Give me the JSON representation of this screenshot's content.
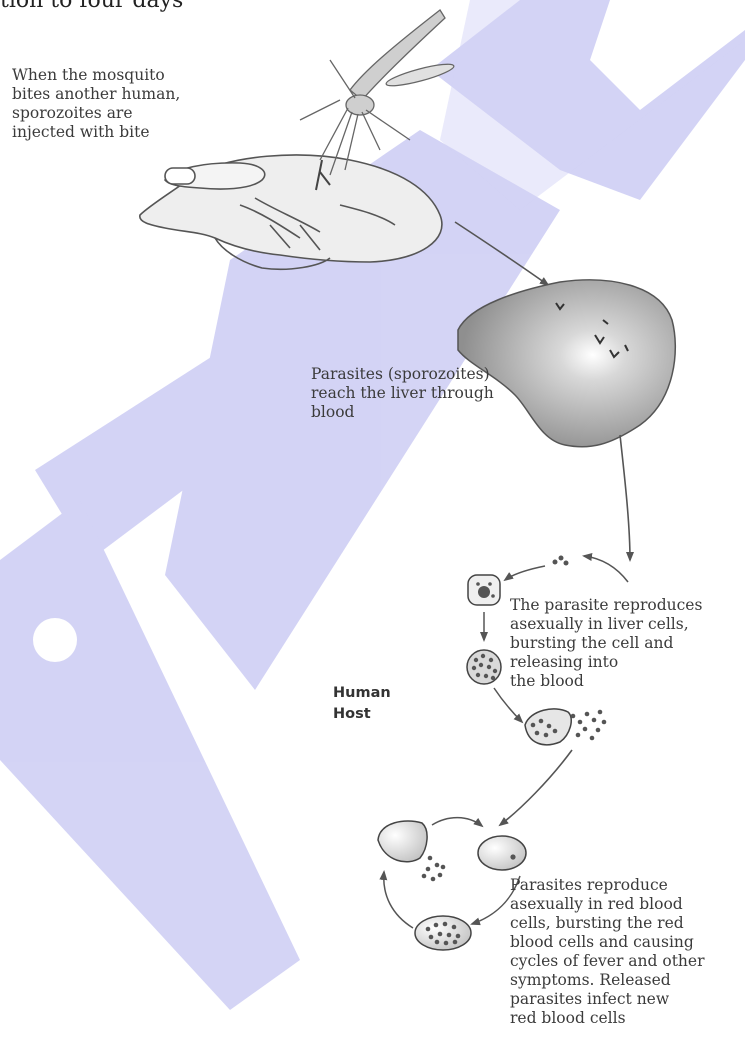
{
  "top_cut_text": "tion to four days",
  "labels": {
    "mosquito_bite": "When the mosquito\nbites another human,\nsporozoites are\ninjected with bite",
    "liver": "Parasites (sporozoites)\nreach the liver through\nblood",
    "liver_cells": "The parasite reproduces\nasexually in liver cells,\nbursting the cell and\nreleasing into\nthe blood",
    "human_host": "Human\nHost",
    "red_blood_cells": "Parasites reproduce\nasexually in red blood\ncells, bursting the red\nblood cells and causing\ncycles of fever and other\nsymptoms. Released\nparasites infect new\nred blood cells"
  },
  "colors": {
    "text": "#3b3b3b",
    "arrow": "#555555",
    "watermark": "#c9c9f3",
    "liver_fill": "#9a9a9a",
    "cell_fill": "#e4e4e4",
    "dot": "#555555"
  }
}
